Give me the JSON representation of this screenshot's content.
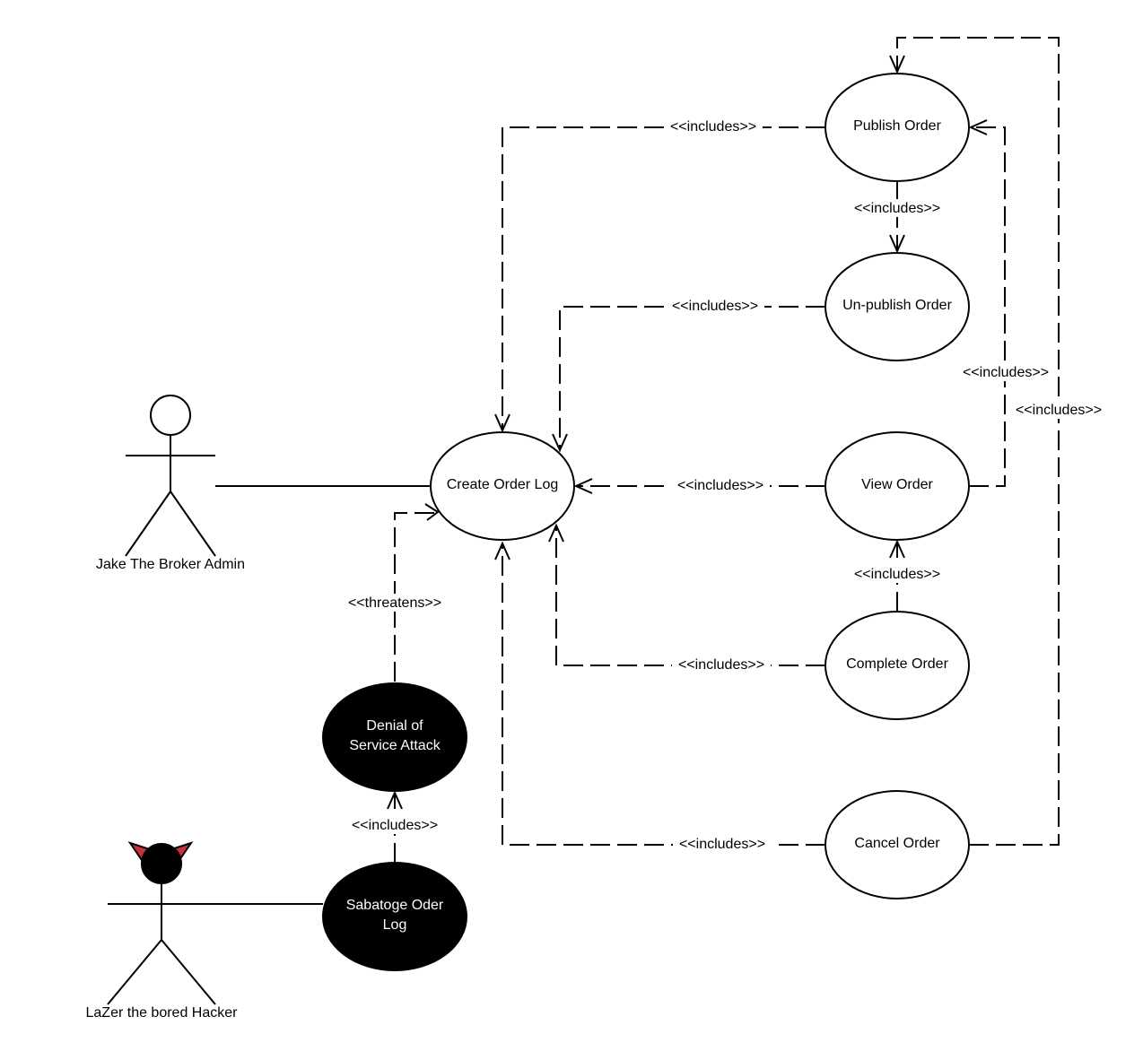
{
  "actors": {
    "admin": {
      "name": "Jake The Broker Admin"
    },
    "hacker": {
      "name": "LaZer the bored Hacker",
      "horn_color": "#c8323c"
    }
  },
  "use_cases": {
    "create_order_log": "Create Order Log",
    "publish_order": "Publish Order",
    "unpublish_order": "Un-publish Order",
    "view_order": "View Order",
    "complete_order": "Complete Order",
    "cancel_order": "Cancel Order",
    "denial_of_service_line1": "Denial of",
    "denial_of_service_line2": "Service Attack",
    "sabotage_line1": "Sabatoge Oder",
    "sabotage_line2": "Log"
  },
  "relations": {
    "publish_to_create": "<<includes>>",
    "publish_to_unpublish": "<<includes>>",
    "unpublish_to_create": "<<includes>>",
    "view_to_publish": "<<includes>>",
    "cancel_to_publish": "<<includes>>",
    "view_to_create": "<<includes>>",
    "complete_to_view": "<<includes>>",
    "complete_to_create": "<<includes>>",
    "cancel_to_create": "<<includes>>",
    "dos_to_create": "<<threatens>>",
    "sabotage_to_dos": "<<includes>>"
  },
  "colors": {
    "line": "#000000",
    "threat_fill": "#000000",
    "threat_text": "#ffffff"
  }
}
